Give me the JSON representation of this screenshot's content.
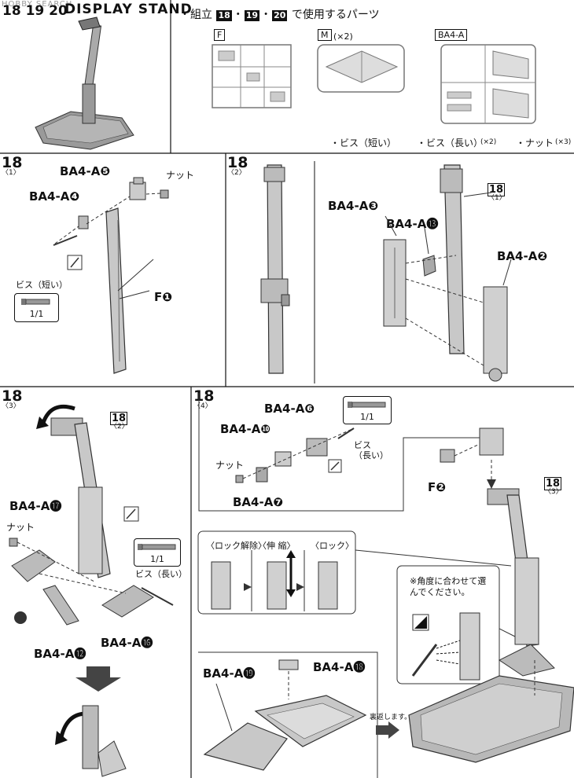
{
  "header": {
    "watermark": "HOBBY SEARCH",
    "title_nums": "18 19 20",
    "title": "DISPLAY STAND",
    "parts_intro_prefix": "・組立",
    "parts_intro_steps": [
      "18",
      "19",
      "20"
    ],
    "parts_intro_suffix": "で使用するパーツ",
    "runners": [
      {
        "id": "F",
        "qty": ""
      },
      {
        "id": "M",
        "qty": "(×2)"
      },
      {
        "id": "BA4-A",
        "qty": ""
      }
    ],
    "hardware": [
      {
        "label": "・ビス（短い）",
        "qty": ""
      },
      {
        "label": "・ビス（長い）",
        "qty": "(×2)"
      },
      {
        "label": "・ナット",
        "qty": "(×3)"
      }
    ]
  },
  "step1": {
    "number": "18",
    "sub": "〈1〉",
    "labels": {
      "a5": "BA4-A❺",
      "a4": "BA4-A❹",
      "nut": "ナット",
      "f1": "F❶"
    },
    "screw": {
      "label": "ビス（短い）",
      "ratio": "1/1"
    }
  },
  "step2": {
    "number": "18",
    "sub": "〈2〉",
    "labels": {
      "a3": "BA4-A❸",
      "a13": "BA4-A⓭",
      "a2": "BA4-A❷"
    },
    "ref": {
      "number": "18",
      "sub": "〈1〉"
    }
  },
  "step3": {
    "number": "18",
    "sub": "〈3〉",
    "ref": {
      "number": "18",
      "sub": "〈2〉"
    },
    "labels": {
      "a17": "BA4-A⓱",
      "nut": "ナット",
      "a12": "BA4-A⓬",
      "a16": "BA4-A⓰"
    },
    "screw": {
      "ratio": "1/1",
      "label": "ビス（長い）"
    }
  },
  "step4": {
    "number": "18",
    "sub": "〈4〉",
    "labels": {
      "a6": "BA4-A❻",
      "a10": "BA4-A❿",
      "nut": "ナット",
      "a7": "BA4-A❼",
      "screw_long": "ビス（長い）",
      "f2": "F❷"
    },
    "screw": {
      "ratio": "1/1"
    },
    "ref": {
      "number": "18",
      "sub": "〈3〉"
    },
    "lock_steps": [
      "〈ロック解除〉",
      "〈伸 縮〉",
      "〈ロック〉"
    ],
    "angle_note": "※角度に合わせて選んでください。",
    "base_labels": {
      "a19": "BA4-A⓳",
      "a18": "BA4-A⓲"
    },
    "flip_note": "裏返します。"
  }
}
